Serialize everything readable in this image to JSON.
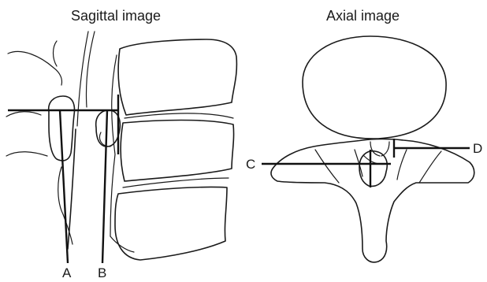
{
  "panels": {
    "sagittal": {
      "title": "Sagittal image",
      "line_labels": [
        "A",
        "B"
      ]
    },
    "axial": {
      "title": "Axial image",
      "line_labels": [
        "C",
        "D"
      ]
    }
  },
  "colors": {
    "ink": "#1a1a1a",
    "background": "#ffffff"
  }
}
